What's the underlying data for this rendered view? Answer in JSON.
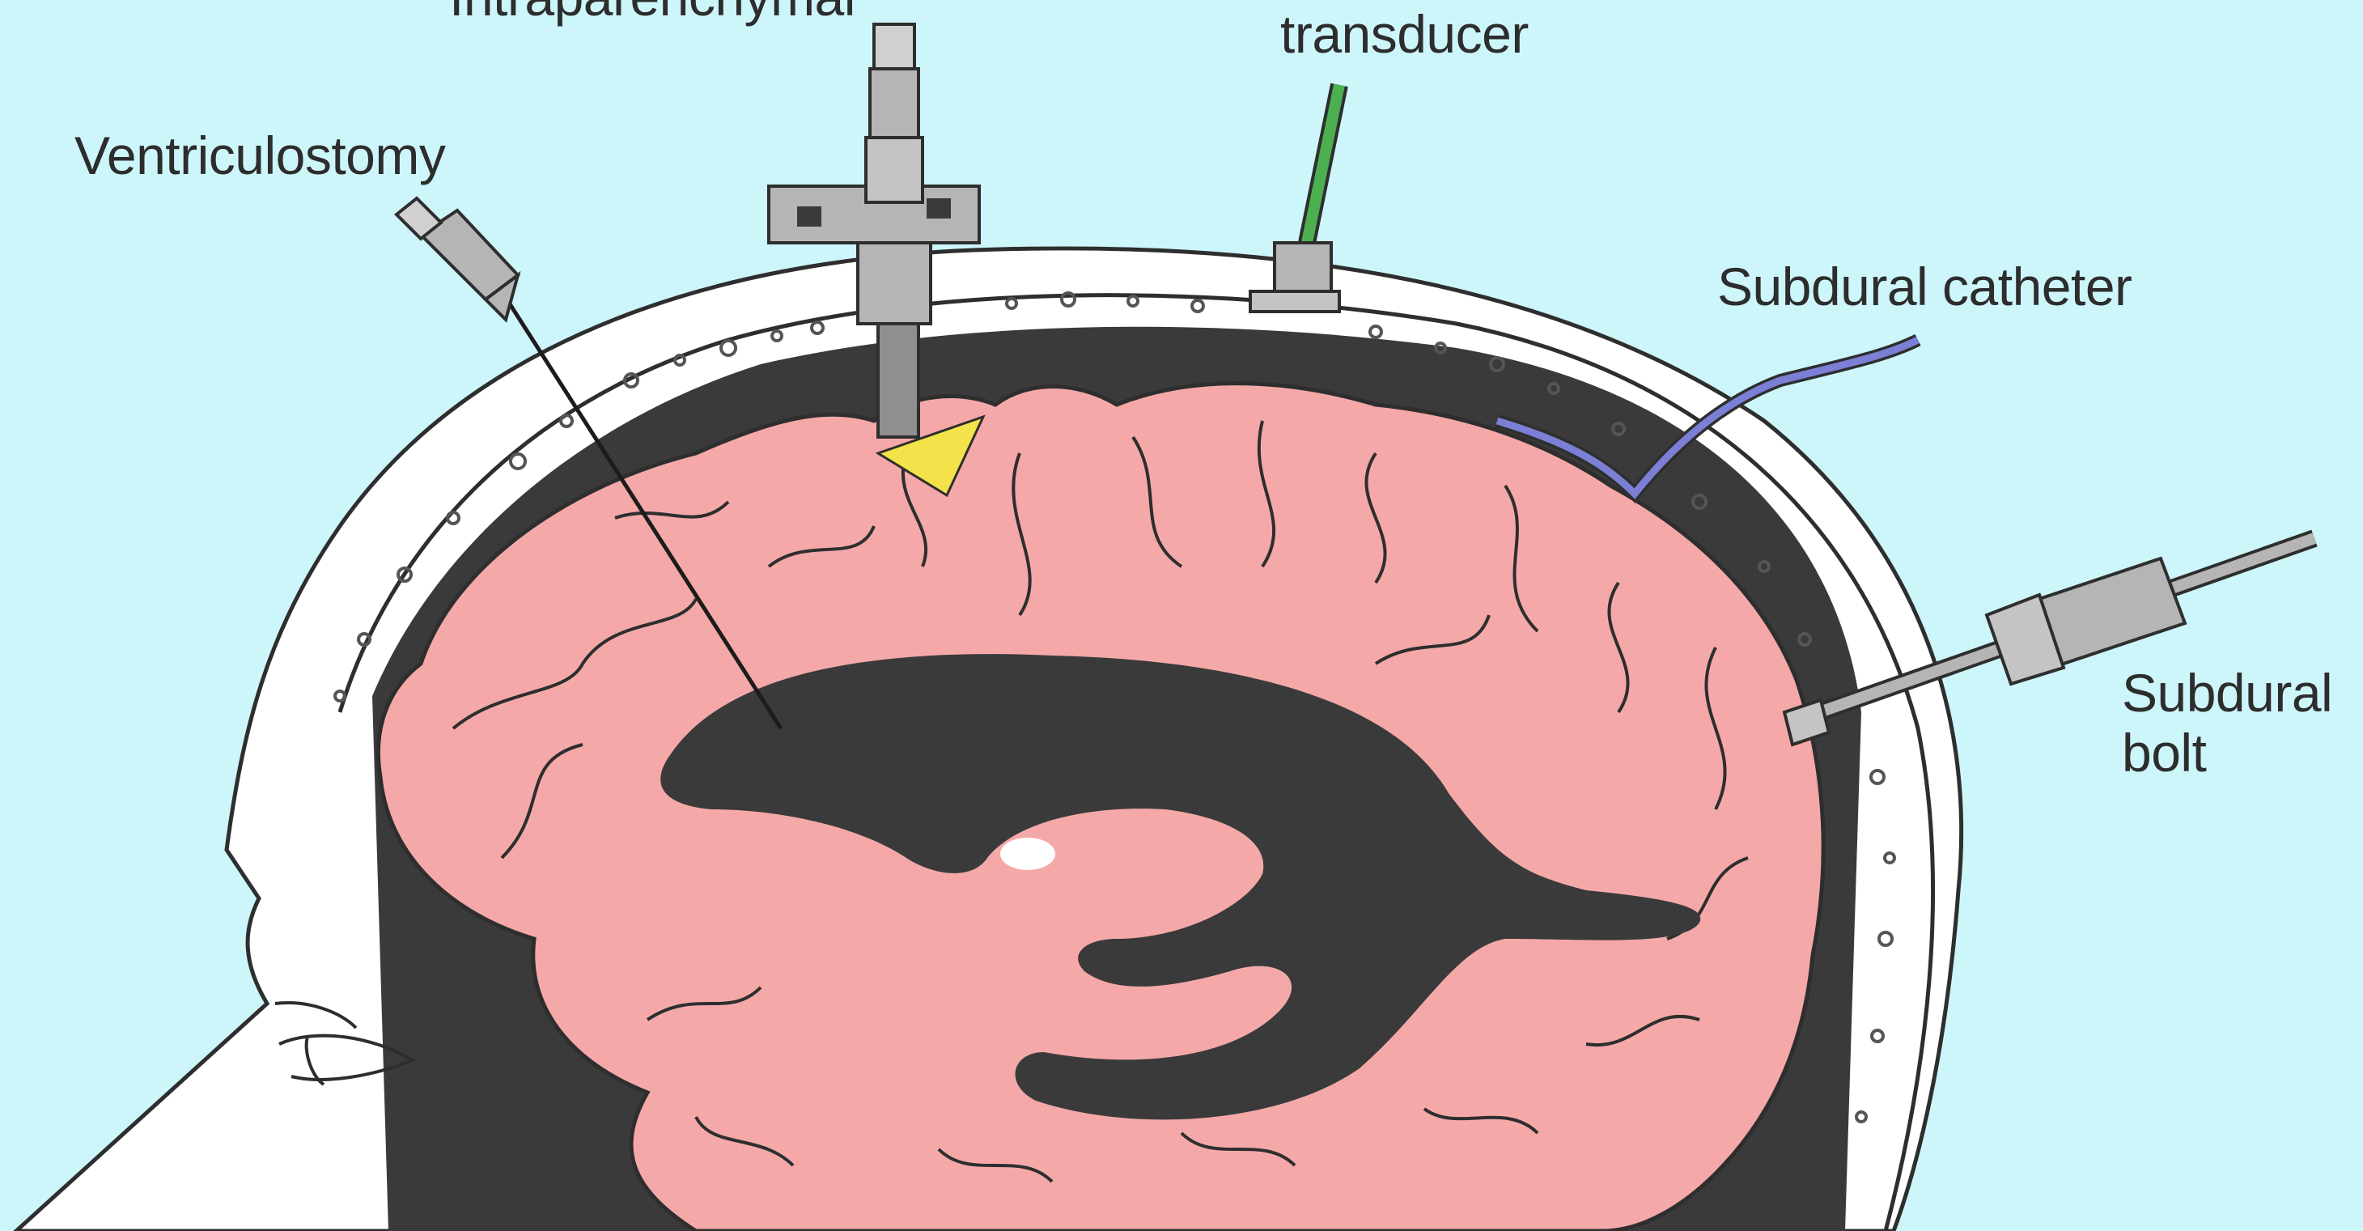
{
  "labels": {
    "top_partial": "Intraparenchymal",
    "transducer": "transducer",
    "ventriculostomy": "Ventriculostomy",
    "subdural_catheter": "Subdural catheter",
    "subdural_bolt_line1": "Subdural",
    "subdural_bolt_line2": "bolt"
  },
  "colors": {
    "background": "#cdf6fa",
    "brain": "#f4a9a8",
    "ventricle": "#3a3a3a",
    "skull": "#ffffff",
    "transducer_wire": "#4caf50",
    "catheter": "#7b7fd6",
    "wedge": "#f3e24a",
    "device_metal": "#a6a6a6"
  }
}
